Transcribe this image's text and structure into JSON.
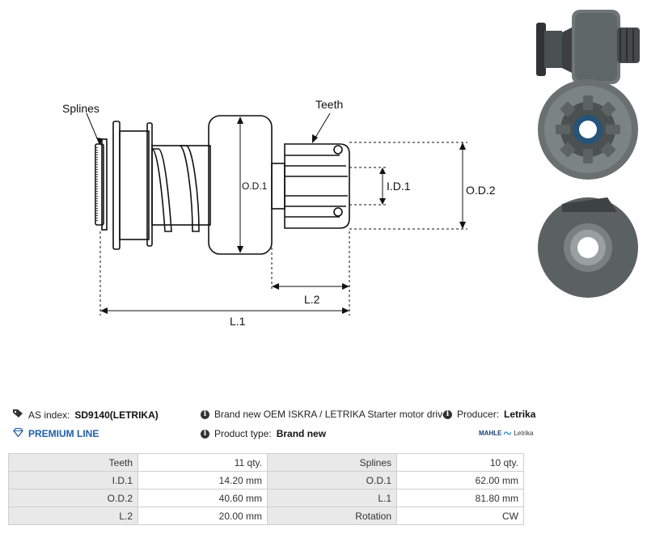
{
  "diagram": {
    "labels": {
      "splines": "Splines",
      "teeth": "Teeth",
      "od1": "O.D.1",
      "id1": "I.D.1",
      "od2": "O.D.2",
      "l2": "L.2",
      "l1": "L.1"
    }
  },
  "info": {
    "as_index_label": "AS index:",
    "as_index_value": "SD9140(LETRIKA)",
    "description": "Brand new OEM ISKRA / LETRIKA Starter motor drive",
    "producer_label": "Producer:",
    "producer_value": "Letrika",
    "premium_line": "PREMIUM LINE",
    "product_type_label": "Product type:",
    "product_type_value": "Brand new",
    "brand_logo_main": "MAHLE",
    "brand_logo_sub": "Letrika"
  },
  "specs": [
    {
      "k1": "Teeth",
      "v1": "11 qty.",
      "k2": "Splines",
      "v2": "10 qty."
    },
    {
      "k1": "I.D.1",
      "v1": "14.20 mm",
      "k2": "O.D.1",
      "v2": "62.00 mm"
    },
    {
      "k1": "O.D.2",
      "v1": "40.60 mm",
      "k2": "L.1",
      "v2": "81.80 mm"
    },
    {
      "k1": "L.2",
      "v1": "20.00 mm",
      "k2": "Rotation",
      "v2": "CW"
    }
  ],
  "icons": {
    "tag": "tag-icon",
    "info": "info-icon",
    "diamond": "diamond-icon"
  }
}
